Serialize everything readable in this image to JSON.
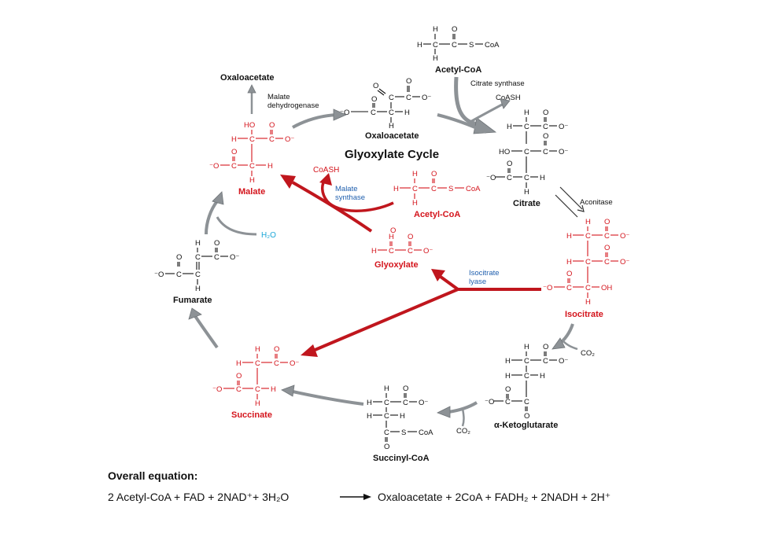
{
  "diagram_title": "Glyoxylate Cycle",
  "compounds": {
    "acetyl_coa_top": "Acetyl-CoA",
    "citrate": "Citrate",
    "isocitrate": "Isocitrate",
    "alpha_ketoglutarate": "α-Ketoglutarate",
    "succinyl_coa": "Succinyl-CoA",
    "succinate": "Succinate",
    "fumarate": "Fumarate",
    "malate": "Malate",
    "oxaloacetate_top": "Oxaloacetate",
    "oxaloacetate_center": "Oxaloacetate",
    "glyoxylate": "Glyoxylate",
    "acetyl_coa_red": "Acetyl-CoA"
  },
  "enzymes": {
    "citrate_synthase": "Citrate synthase",
    "aconitase": "Aconitase",
    "malate_dehydrogenase_1": "Malate",
    "malate_dehydrogenase_2": "dehydrogenase",
    "isocitrate_lyase_1": "Isocitrate",
    "isocitrate_lyase_2": "lyase",
    "malate_synthase_1": "Malate",
    "malate_synthase_2": "synthase"
  },
  "cofactors": {
    "coash_top": "CoASH",
    "coash_red": "CoASH",
    "water": "H₂O",
    "co2_1": "CO₂",
    "co2_2": "CO₂"
  },
  "equation": {
    "title": "Overall equation:",
    "left": "2 Acetyl-CoA + FAD + 2NAD⁺+ 3H₂O",
    "right": "Oxaloacetate + 2CoA + FADH₂ + 2NADH + 2H⁺"
  },
  "colors": {
    "glyoxylate_specific": "#d4141c",
    "enzyme_blue": "#1f5fae",
    "water_cyan": "#1aa6d8",
    "arrow_gray": "#8d9296",
    "arrow_red": "#c0161d"
  }
}
